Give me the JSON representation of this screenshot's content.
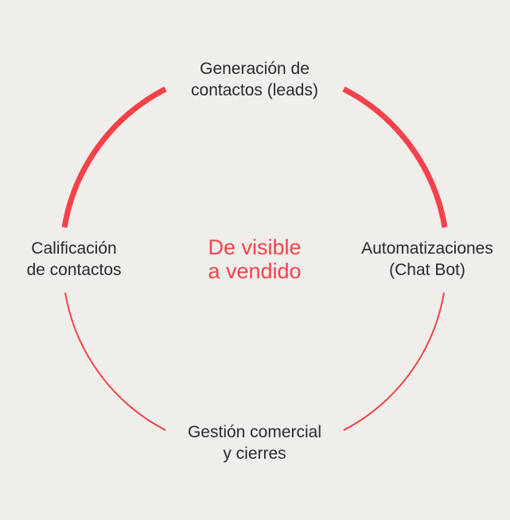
{
  "theme": {
    "background": "#efeeeb",
    "accent": "#f5424a",
    "text": "#2a2a2a"
  },
  "diagram": {
    "type": "cycle",
    "center": {
      "line1": "De visible",
      "line2": "a vendido"
    },
    "stages": {
      "top": {
        "line1": "Generación de",
        "line2": "contactos (leads)"
      },
      "right": {
        "line1": "Automatizaciones",
        "line2": "(Chat Bot)"
      },
      "bottom": {
        "line1": "Gestión comercial",
        "line2": "y cierres"
      },
      "left": {
        "line1": "Calificación",
        "line2": "de contactos"
      }
    }
  }
}
